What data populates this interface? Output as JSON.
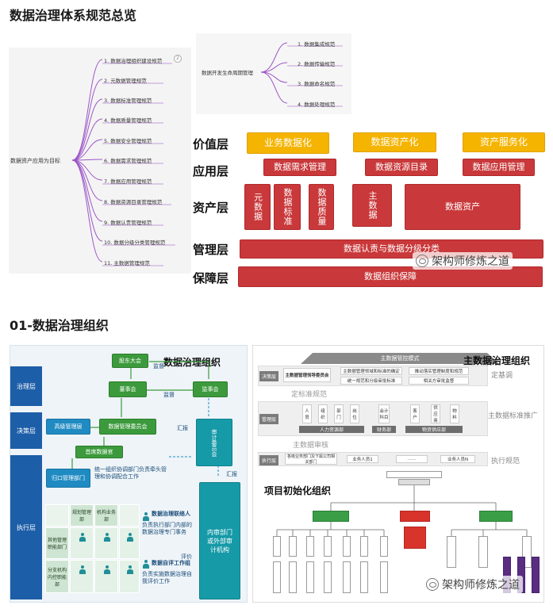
{
  "section1": {
    "title": "数据治理体系规范总览",
    "mindmap1": {
      "root": "数据资产应用为目标",
      "badge": "2",
      "items": [
        "1. 数据治理组织建设规范",
        "2. 元数据管理规范",
        "3. 数据标准管理规范",
        "4. 数据质量管理规范",
        "5. 数据安全管理规范",
        "6. 数据需求管理规范",
        "7. 数据应用管理规范",
        "8. 数据资源目录管理规范",
        "9. 数据认责管理规范",
        "10. 数据分级分类管理规范",
        "11. 主数据管理规范"
      ]
    },
    "mindmap2": {
      "root": "数据开发生命周期管理",
      "items": [
        "1. 数据集成规范",
        "2. 数据传输规范",
        "3. 数据命名规范",
        "4. 数据处理规范"
      ]
    },
    "layers": {
      "value": "价值层",
      "application": "应用层",
      "asset": "资产层",
      "management": "管理层",
      "guarantee": "保障层"
    },
    "value_boxes": [
      "业务数据化",
      "数据资产化",
      "资产服务化"
    ],
    "app_boxes": [
      "数据需求管理",
      "数据资源目录",
      "数据应用管理"
    ],
    "asset_boxes": [
      "元数据",
      "数据标准",
      "数据质量",
      "主数据",
      "数据资产"
    ],
    "management_bar": "数据认责与数据分级分类",
    "guarantee_bar": "数据组织保障",
    "watermark": "架构师修炼之道"
  },
  "section2": {
    "title": "01-数据治理组织",
    "org": {
      "title": "数据治理组织",
      "side": [
        "治理层",
        "决策层",
        "执行层"
      ],
      "nodes": {
        "shareholders": "股东大会",
        "board": "董事会",
        "supervisors": "监事会",
        "senior_mgmt": "高级管理层",
        "data_committee": "数据管理委员会",
        "chief_data_officer": "首席数据官",
        "mgmt_dept": "归口管理部门",
        "audit_committee": "审计委员会",
        "audit_org": "内审部门或外部审计机构"
      },
      "edge_labels": {
        "supervise1": "监督",
        "supervise2": "监督",
        "report1": "汇报",
        "report2": "汇报",
        "eval": "评价"
      },
      "coordination": "统一组织协调部门负责牵头管理和协调配合工作",
      "grid_headers": [
        "规划管理部",
        "机构业务部"
      ],
      "grid_rows": [
        "其他管理职能部门",
        "分支机构内控职能部"
      ],
      "liaison_title": "数据治理联络人",
      "liaison_desc": "负责执行部门内部的数据治理专门事务",
      "selfeval_title": "数据自评工作组",
      "selfeval_desc": "负责实施数据治理自我评价工作"
    },
    "mdm": {
      "title": "主数据治理组织",
      "head": "主数据管控模式",
      "band_labels": [
        "决策层",
        "管理层",
        "执行层"
      ],
      "decision_cells": [
        "主数据管理领导委员会",
        "主数据管理领域和标准的确定",
        "推动落实管理制度和规范",
        "统一规范和分级审批标准",
        "相关方审批监督"
      ],
      "std_label": "定标准规范",
      "mgmt_cells": [
        "人员",
        "组织",
        "部门",
        "岗位",
        "会计科目",
        "客户",
        "供应商",
        "物料"
      ],
      "mgmt_bars": [
        "人力资源部",
        "财务部",
        "物资供应部"
      ],
      "review_label": "主数据审核",
      "exec_cells": [
        "各级业务部门及下属公司相关部门",
        "业务人员1",
        "……",
        "业务人员N"
      ],
      "right": [
        "定基调",
        "主数据标准推广",
        "执行规范"
      ]
    },
    "project": {
      "title": "项目初始化组织"
    },
    "watermark": "架构师修炼之道"
  }
}
